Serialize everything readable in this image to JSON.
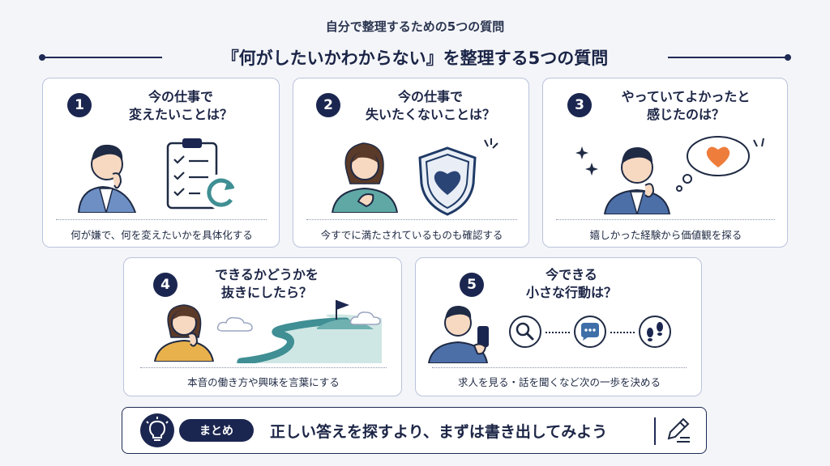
{
  "subtitle": "自分で整理するための5つの質問",
  "title": "『何がしたいかわからない』を整理する5つの質問",
  "cards": [
    {
      "number": "1",
      "question_line1": "今の仕事で",
      "question_line2": "変えたいことは？",
      "caption": "何が嫌で、何を変えたいかを具体化する",
      "icons": [
        "person-thinking-icon",
        "clipboard-checklist-icon",
        "refresh-icon"
      ]
    },
    {
      "number": "2",
      "question_line1": "今の仕事で",
      "question_line2": "失いたくないことは？",
      "caption": "今すでに満たされているものも確認する",
      "icons": [
        "person-hand-on-chest-icon",
        "shield-heart-icon"
      ]
    },
    {
      "number": "3",
      "question_line1": "やっていてよかったと",
      "question_line2": "感じたのは？",
      "caption": "嬉しかった経験から価値観を探る",
      "icons": [
        "person-smiling-icon",
        "sparkle-icon",
        "heart-thought-bubble-icon"
      ]
    },
    {
      "number": "4",
      "question_line1": "できるかどうかを",
      "question_line2": "抜きにしたら？",
      "caption": "本音の働き方や興味を言葉にする",
      "icons": [
        "person-thinking-icon",
        "cloud-icon",
        "winding-road-flag-icon"
      ]
    },
    {
      "number": "5",
      "question_line1": "今できる",
      "question_line2": "小さな行動は？",
      "caption": "求人を見る・話を聞くなど次の一歩を決める",
      "icons": [
        "person-smartphone-icon",
        "search-icon",
        "chat-bubble-icon",
        "footprints-icon"
      ]
    }
  ],
  "summary": {
    "badge": "まとめ",
    "text": "正しい答えを探すより、まずは書き出してみよう",
    "icons": [
      "lightbulb-icon",
      "pen-writing-icon"
    ]
  },
  "colors": {
    "navy": "#1b2650",
    "teal": "#3f8f94",
    "heart_orange": "#ee7d3c",
    "card_border": "#b9c3dc",
    "background": "#f4f5f8"
  }
}
